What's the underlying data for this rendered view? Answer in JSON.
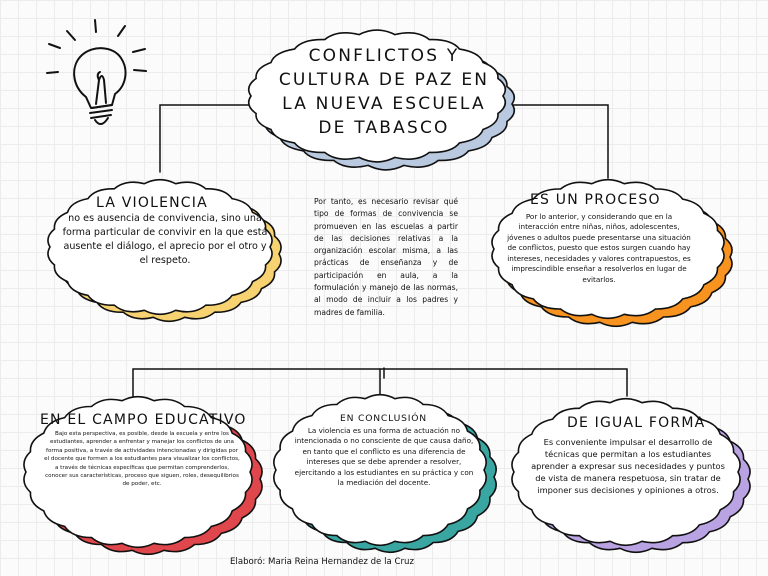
{
  "title": "CONFLICTOS Y CULTURA DE PAZ EN LA NUEVA ESCUELA DE TABASCO",
  "colors": {
    "yellow": "#f6d271",
    "orange": "#f7931e",
    "red": "#e0474c",
    "teal": "#3aa6a2",
    "lavender": "#b9a3e3",
    "blue_shadow": "#b9c9e0"
  },
  "nodes": {
    "violencia": {
      "heading": "LA VIOLENCIA",
      "body": "no es ausencia de convivencia, sino una forma particular de convivir en la que está ausente el diálogo, el aprecio por el otro y el respeto."
    },
    "proceso": {
      "heading": "ES UN PROCESO",
      "body": "Por lo anterior, y considerando que en la interacción entre niñas, niños, adolescentes, jóvenes o adultos puede presentarse una situación de conflictos, puesto que estos surgen cuando hay intereses, necesidades y valores contrapuestos, es imprescindible enseñar a resolverlos en lugar de evitarlos."
    },
    "central": {
      "body": "Por tanto, es necesario revisar qué tipo de formas de convivencia se promueven en las escuelas a partir de las decisiones relativas a la organización escolar misma, a las prácticas de enseñanza y de participación en aula, a la formulación y manejo de las normas, al modo de incluir a los padres y madres de familia."
    },
    "educativo": {
      "heading": "EN EL CAMPO EDUCATIVO",
      "body": "Bajo esta perspectiva, es posible, desde la escuela y entre los estudiantes, aprender a enfrentar y manejar los conflictos de una forma positiva, a través de actividades intencionadas y dirigidas por el docente que formen a los estudiantes para visualizar los conflictos, a través de técnicas específicas que permitan comprenderlos, conocer sus características, proceso que siguen, roles, desequilibrios de poder, etc."
    },
    "conclusion": {
      "heading": "EN CONCLUSIÓN",
      "body": "La violencia es una forma de actuación no intencionada o no consciente de que causa daño, en tanto que el conflicto es una diferencia de intereses que se debe aprender a resolver, ejercitando a los estudiantes en su práctica y con la mediación del docente."
    },
    "igual": {
      "heading": "DE IGUAL FORMA",
      "body": "Es conveniente impulsar el desarrollo de técnicas que permitan a los estudiantes aprender a expresar sus necesidades y puntos de vista de manera respetuosa, sin tratar de imponer sus decisiones y opiniones a otros."
    }
  },
  "footer": "Elaboró: Maria Reina Hernandez de la Cruz"
}
